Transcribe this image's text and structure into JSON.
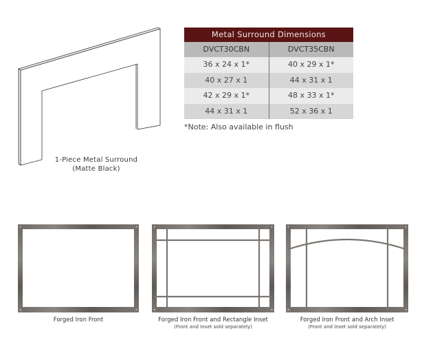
{
  "surround": {
    "caption_line1": "1-Piece Metal Surround",
    "caption_line2": "(Matte Black)"
  },
  "table": {
    "title": "Metal Surround Dimensions",
    "columns": [
      "DVCT30CBN",
      "DVCT35CBN"
    ],
    "rows": [
      [
        "36 x 24 x 1*",
        "40 x 29 x 1*"
      ],
      [
        "40 x 27 x 1",
        "44 x 31 x 1"
      ],
      [
        "42 x 29 x 1*",
        "48 x 33 x 1*"
      ],
      [
        "44 x 31 x 1",
        "52 x 36 x 1"
      ]
    ],
    "note": "*Note: Also available in flush",
    "colors": {
      "title_bg": "#5a1414",
      "header_bg": "#b9b9b9",
      "row_light": "#ebebeb",
      "row_dark": "#d6d6d6"
    }
  },
  "fronts": [
    {
      "title": "Forged Iron Front",
      "subtitle": ""
    },
    {
      "title": "Forged Iron Front and Rectangle Inset",
      "subtitle": "(Front and Inset sold separately)"
    },
    {
      "title": "Forged Iron Front and Arch Inset",
      "subtitle": "(Front and Inset sold separately)"
    }
  ]
}
